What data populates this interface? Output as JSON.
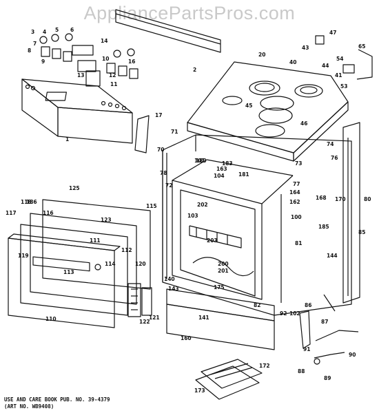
{
  "watermark": "AppliancePartsPros.com",
  "footer": {
    "line1": "USE AND CARE BOOK PUB. NO. 39-4379",
    "line2": "(ART NO. WB9408)"
  },
  "callouts": [
    {
      "id": "c-2",
      "text": "2"
    },
    {
      "id": "c-1",
      "text": "1"
    },
    {
      "id": "c-3",
      "text": "3"
    },
    {
      "id": "c-4",
      "text": "4"
    },
    {
      "id": "c-5",
      "text": "5"
    },
    {
      "id": "c-6",
      "text": "6"
    },
    {
      "id": "c-7",
      "text": "7"
    },
    {
      "id": "c-8",
      "text": "8"
    },
    {
      "id": "c-9",
      "text": "9"
    },
    {
      "id": "c-10",
      "text": "10"
    },
    {
      "id": "c-11",
      "text": "11"
    },
    {
      "id": "c-12",
      "text": "12"
    },
    {
      "id": "c-13",
      "text": "13"
    },
    {
      "id": "c-14",
      "text": "14"
    },
    {
      "id": "c-16",
      "text": "16"
    },
    {
      "id": "c-17",
      "text": "17"
    },
    {
      "id": "c-20",
      "text": "20"
    },
    {
      "id": "c-40",
      "text": "40"
    },
    {
      "id": "c-41",
      "text": "41"
    },
    {
      "id": "c-43",
      "text": "43"
    },
    {
      "id": "c-44",
      "text": "44"
    },
    {
      "id": "c-45",
      "text": "45"
    },
    {
      "id": "c-46",
      "text": "46"
    },
    {
      "id": "c-47",
      "text": "47"
    },
    {
      "id": "c-53",
      "text": "53"
    },
    {
      "id": "c-54",
      "text": "54"
    },
    {
      "id": "c-65",
      "text": "65"
    },
    {
      "id": "c-70",
      "text": "70"
    },
    {
      "id": "c-71",
      "text": "71"
    },
    {
      "id": "c-72",
      "text": "72"
    },
    {
      "id": "c-73",
      "text": "73"
    },
    {
      "id": "c-74",
      "text": "74"
    },
    {
      "id": "c-76",
      "text": "76"
    },
    {
      "id": "c-77",
      "text": "77"
    },
    {
      "id": "c-78",
      "text": "78"
    },
    {
      "id": "c-80",
      "text": "80"
    },
    {
      "id": "c-81",
      "text": "81"
    },
    {
      "id": "c-82",
      "text": "82"
    },
    {
      "id": "c-85",
      "text": "85"
    },
    {
      "id": "c-86",
      "text": "86"
    },
    {
      "id": "c-87",
      "text": "87"
    },
    {
      "id": "c-88",
      "text": "88"
    },
    {
      "id": "c-89",
      "text": "89"
    },
    {
      "id": "c-90",
      "text": "90"
    },
    {
      "id": "c-91",
      "text": "91"
    },
    {
      "id": "c-92",
      "text": "92"
    },
    {
      "id": "c-100",
      "text": "100"
    },
    {
      "id": "c-101",
      "text": "101"
    },
    {
      "id": "c-102",
      "text": "102"
    },
    {
      "id": "c-103",
      "text": "103"
    },
    {
      "id": "c-104",
      "text": "104"
    },
    {
      "id": "c-110",
      "text": "110"
    },
    {
      "id": "c-111",
      "text": "111"
    },
    {
      "id": "c-112",
      "text": "112"
    },
    {
      "id": "c-113",
      "text": "113"
    },
    {
      "id": "c-114",
      "text": "114"
    },
    {
      "id": "c-115",
      "text": "115"
    },
    {
      "id": "c-116",
      "text": "116"
    },
    {
      "id": "c-117",
      "text": "117"
    },
    {
      "id": "c-118",
      "text": "118"
    },
    {
      "id": "c-119",
      "text": "119"
    },
    {
      "id": "c-120",
      "text": "120"
    },
    {
      "id": "c-121",
      "text": "121"
    },
    {
      "id": "c-122",
      "text": "122"
    },
    {
      "id": "c-123",
      "text": "123"
    },
    {
      "id": "c-125",
      "text": "125"
    },
    {
      "id": "c-140",
      "text": "140"
    },
    {
      "id": "c-141",
      "text": "141"
    },
    {
      "id": "c-143",
      "text": "143"
    },
    {
      "id": "c-144",
      "text": "144"
    },
    {
      "id": "c-160",
      "text": "160"
    },
    {
      "id": "c-162",
      "text": "162"
    },
    {
      "id": "c-163",
      "text": "163"
    },
    {
      "id": "c-164",
      "text": "164"
    },
    {
      "id": "c-168",
      "text": "168"
    },
    {
      "id": "c-170",
      "text": "170"
    },
    {
      "id": "c-172",
      "text": "172"
    },
    {
      "id": "c-173",
      "text": "173"
    },
    {
      "id": "c-175",
      "text": "175"
    },
    {
      "id": "c-180",
      "text": "180"
    },
    {
      "id": "c-181",
      "text": "181"
    },
    {
      "id": "c-183",
      "text": "183"
    },
    {
      "id": "c-185",
      "text": "185"
    },
    {
      "id": "c-186",
      "text": "186"
    },
    {
      "id": "c-200",
      "text": "200"
    },
    {
      "id": "c-201",
      "text": "201"
    },
    {
      "id": "c-202",
      "text": "202"
    },
    {
      "id": "c-203",
      "text": "203"
    }
  ]
}
